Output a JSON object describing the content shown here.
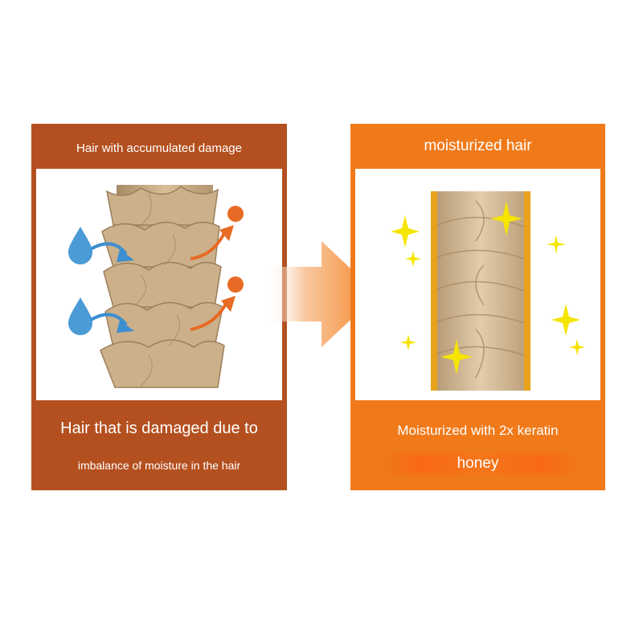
{
  "left_panel": {
    "title": "Hair with accumulated damage",
    "caption_line1": "Hair that is damaged due to",
    "caption_line2": "imbalance of moisture in the hair",
    "colors": {
      "background": "#b4501f",
      "water_drop": "#4a9bd6",
      "loss_dot": "#e86a24"
    }
  },
  "right_panel": {
    "title": "moisturized hair",
    "caption_line1": "Moisturized with 2x keratin",
    "caption_line2": "honey",
    "colors": {
      "background": "#f07a1a",
      "sparkle": "#f5e500",
      "honey_layer": "#e8a31a"
    }
  },
  "center_arrow": {
    "color": "#f5852a",
    "icon": "arrow-right-icon"
  }
}
